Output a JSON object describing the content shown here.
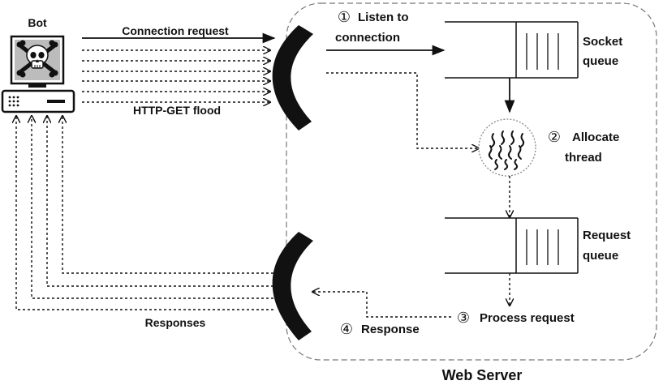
{
  "bot": {
    "label": "Bot",
    "monitor_icon": "skull-and-crossbones-icon",
    "device_icon": "server-box-icon"
  },
  "labels": {
    "connection_request": "Connection request",
    "http_get_flood": "HTTP-GET flood",
    "responses": "Responses",
    "web_server": "Web Server"
  },
  "steps": {
    "listen": {
      "number": "①",
      "line1": "Listen to",
      "line2": "connection"
    },
    "allocate": {
      "number": "②",
      "line1": "Allocate",
      "line2": "thread"
    },
    "process": {
      "number": "③",
      "text": "Process request"
    },
    "response": {
      "number": "④",
      "text": "Response"
    }
  },
  "queues": {
    "socket": {
      "line1": "Socket",
      "line2": "queue"
    },
    "request": {
      "line1": "Request",
      "line2": "queue"
    }
  },
  "colors": {
    "stroke": "#111111",
    "server_border": "#777777",
    "monitor_fill": "#bcbcbc"
  }
}
